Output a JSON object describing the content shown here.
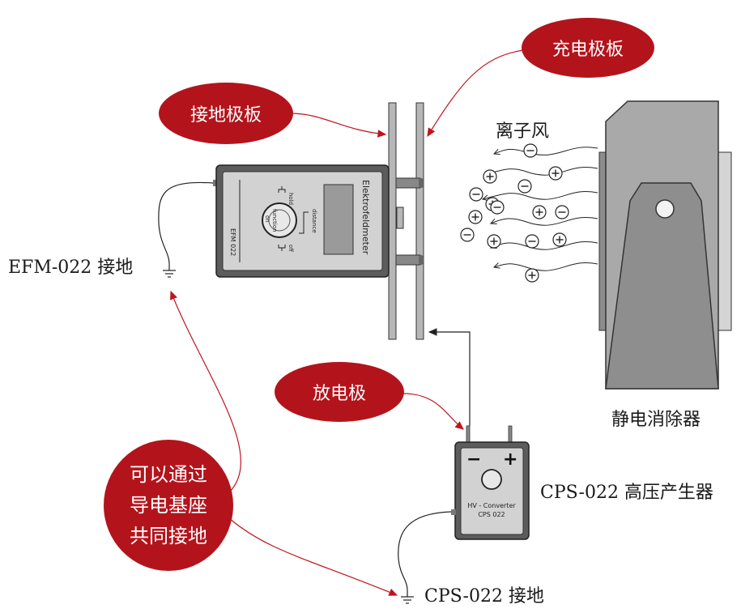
{
  "callouts": {
    "ground_plate": "接地极板",
    "charge_plate": "充电极板",
    "discharge_electrode": "放电极",
    "common_ground": [
      "可以通过",
      "导电基座",
      "共同接地"
    ]
  },
  "labels": {
    "ion_wind": "离子风",
    "eliminator": "静电消除器",
    "efm_ground": "EFM-022 接地",
    "cps_name": "CPS-022 高压产生器",
    "cps_ground": "CPS-022 接地"
  },
  "efm_device": {
    "brand": "Elektrofeldmeter",
    "model": "EFM 022",
    "hold": "hold",
    "function": "function",
    "on": "on",
    "off": "off",
    "distance": "distance"
  },
  "cps_device": {
    "minus": "−",
    "plus": "+",
    "line1": "HV - Converter",
    "line2": "CPS 022"
  },
  "ions": {
    "positive": "+",
    "negative": "−"
  },
  "colors": {
    "callout": "#b3141c",
    "plate": "#b7b7b7",
    "device_body": "#cfcfcf",
    "eliminator": "#b0b0b0",
    "arrow": "#c0141c"
  }
}
